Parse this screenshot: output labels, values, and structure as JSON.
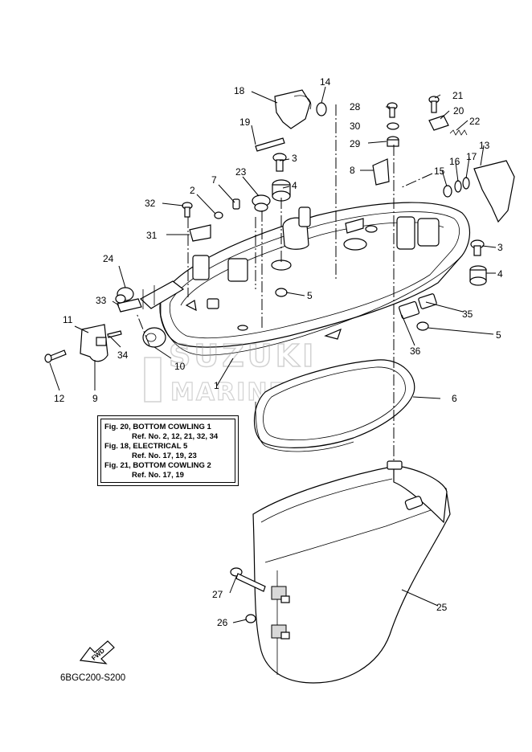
{
  "diagram_code": "6BGC200-S200",
  "watermark": {
    "line1": "SUZUKI",
    "line2": "MARINE PARTS"
  },
  "fwd_label": "FWD",
  "reference_box": {
    "lines": [
      "Fig. 20, BOTTOM COWLING 1",
      "Ref. No. 2, 12, 21, 32, 34",
      "Fig. 18, ELECTRICAL 5",
      "Ref. No. 17, 19, 23",
      "Fig. 21, BOTTOM COWLING 2",
      "Ref. No. 17, 19"
    ]
  },
  "callouts": {
    "c1": "1",
    "c2": "2",
    "c3": "3",
    "c3b": "3",
    "c4": "4",
    "c4b": "4",
    "c5": "5",
    "c5b": "5",
    "c6": "6",
    "c7": "7",
    "c8": "8",
    "c9": "9",
    "c10": "10",
    "c11": "11",
    "c12": "12",
    "c13": "13",
    "c14": "14",
    "c15": "15",
    "c16": "16",
    "c17": "17",
    "c18": "18",
    "c19": "19",
    "c20": "20",
    "c21": "21",
    "c22": "22",
    "c23": "23",
    "c24": "24",
    "c25": "25",
    "c26": "26",
    "c27": "27",
    "c28": "28",
    "c29": "29",
    "c30": "30",
    "c31": "31",
    "c32": "32",
    "c33": "33",
    "c34": "34",
    "c35": "35",
    "c36": "36"
  }
}
